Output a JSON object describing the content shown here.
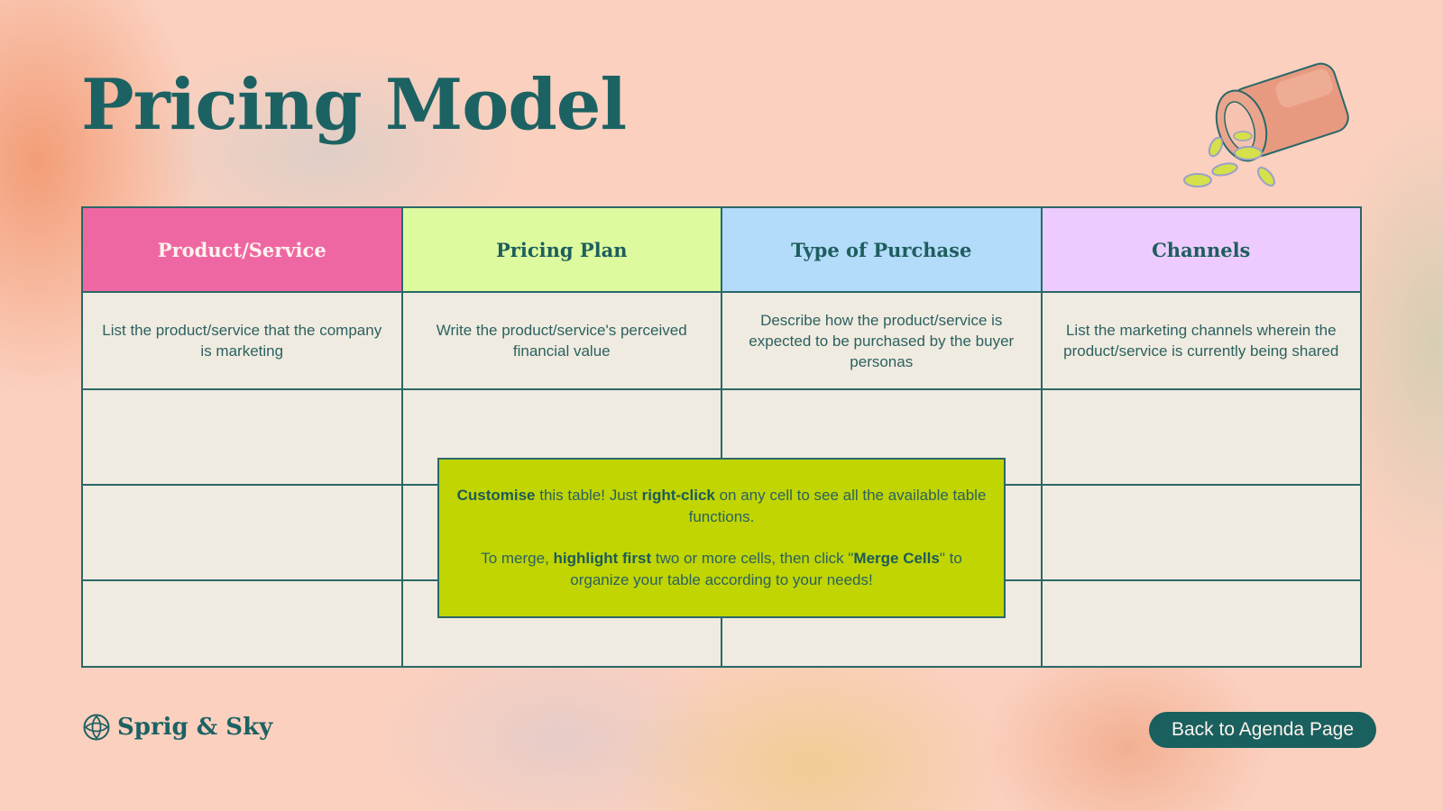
{
  "page": {
    "title": "Pricing Model"
  },
  "table": {
    "headers": [
      "Product/Service",
      "Pricing Plan",
      "Type of Purchase",
      "Channels"
    ],
    "descriptions": [
      "List the product/service that the company is marketing",
      "Write the product/service's perceived financial value",
      "Describe how the product/service is expected to be purchased by the buyer personas",
      "List the marketing channels wherein the product/service is currently being shared"
    ],
    "header_colors": [
      "#ef67a2",
      "#ddfb9e",
      "#b3dbfa",
      "#eecbfe"
    ]
  },
  "callout": {
    "p1": {
      "b1": "Customise",
      "t1": " this table! Just ",
      "b2": "right-click",
      "t2": " on any cell to see all the available table functions."
    },
    "p2": {
      "t1": "To merge, ",
      "b1": "highlight first",
      "t2": " two or more cells, then click \"",
      "b2": "Merge Cells",
      "t3": "\" to organize your table according to your needs!"
    }
  },
  "footer": {
    "brand": "Sprig & Sky",
    "back_button": "Back to Agenda Page"
  },
  "icons": {
    "illustration": "pill-bottle-icon",
    "brand": "flower-logo-icon"
  },
  "colors": {
    "accent": "#1d6263",
    "background": "#fbd0bf",
    "callout": "#c0d502"
  }
}
